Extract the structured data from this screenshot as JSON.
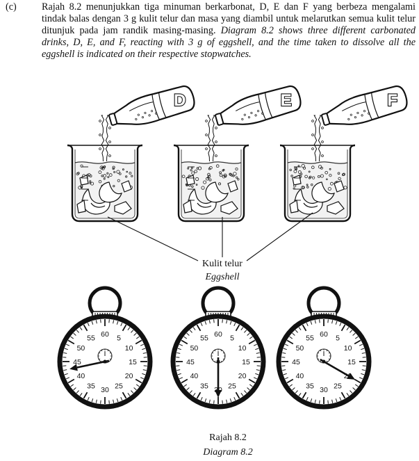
{
  "question": {
    "label": "(c)",
    "malay": "Rajah 8.2 menunjukkan tiga minuman berkarbonat, D, E dan F yang berbeza mengalami tindak balas dengan 3 g kulit telur dan masa yang diambil untuk melarutkan semua kulit telur ditunjuk pada jam randik masing-masing.",
    "english": "Diagram 8.2 shows three different carbonated drinks, D, E, and F, reacting with 3 g of eggshell, and the time taken to dissolve all the eggshell is indicated on their respective stopwatches."
  },
  "bottles": [
    {
      "label": "D"
    },
    {
      "label": "E"
    },
    {
      "label": "F"
    }
  ],
  "eggshell_label": {
    "malay": "Kulit telur",
    "english": "Eggshell"
  },
  "stopwatch_numbers": [
    "60",
    "5",
    "10",
    "15",
    "20",
    "25",
    "30",
    "35",
    "40",
    "45",
    "50",
    "55"
  ],
  "stopwatches": [
    {
      "drink": "D",
      "reading_s": 43
    },
    {
      "drink": "E",
      "reading_s": 30
    },
    {
      "drink": "F",
      "reading_s": 20
    }
  ],
  "caption": {
    "malay": "Rajah 8.2",
    "english": "Diagram 8.2"
  }
}
